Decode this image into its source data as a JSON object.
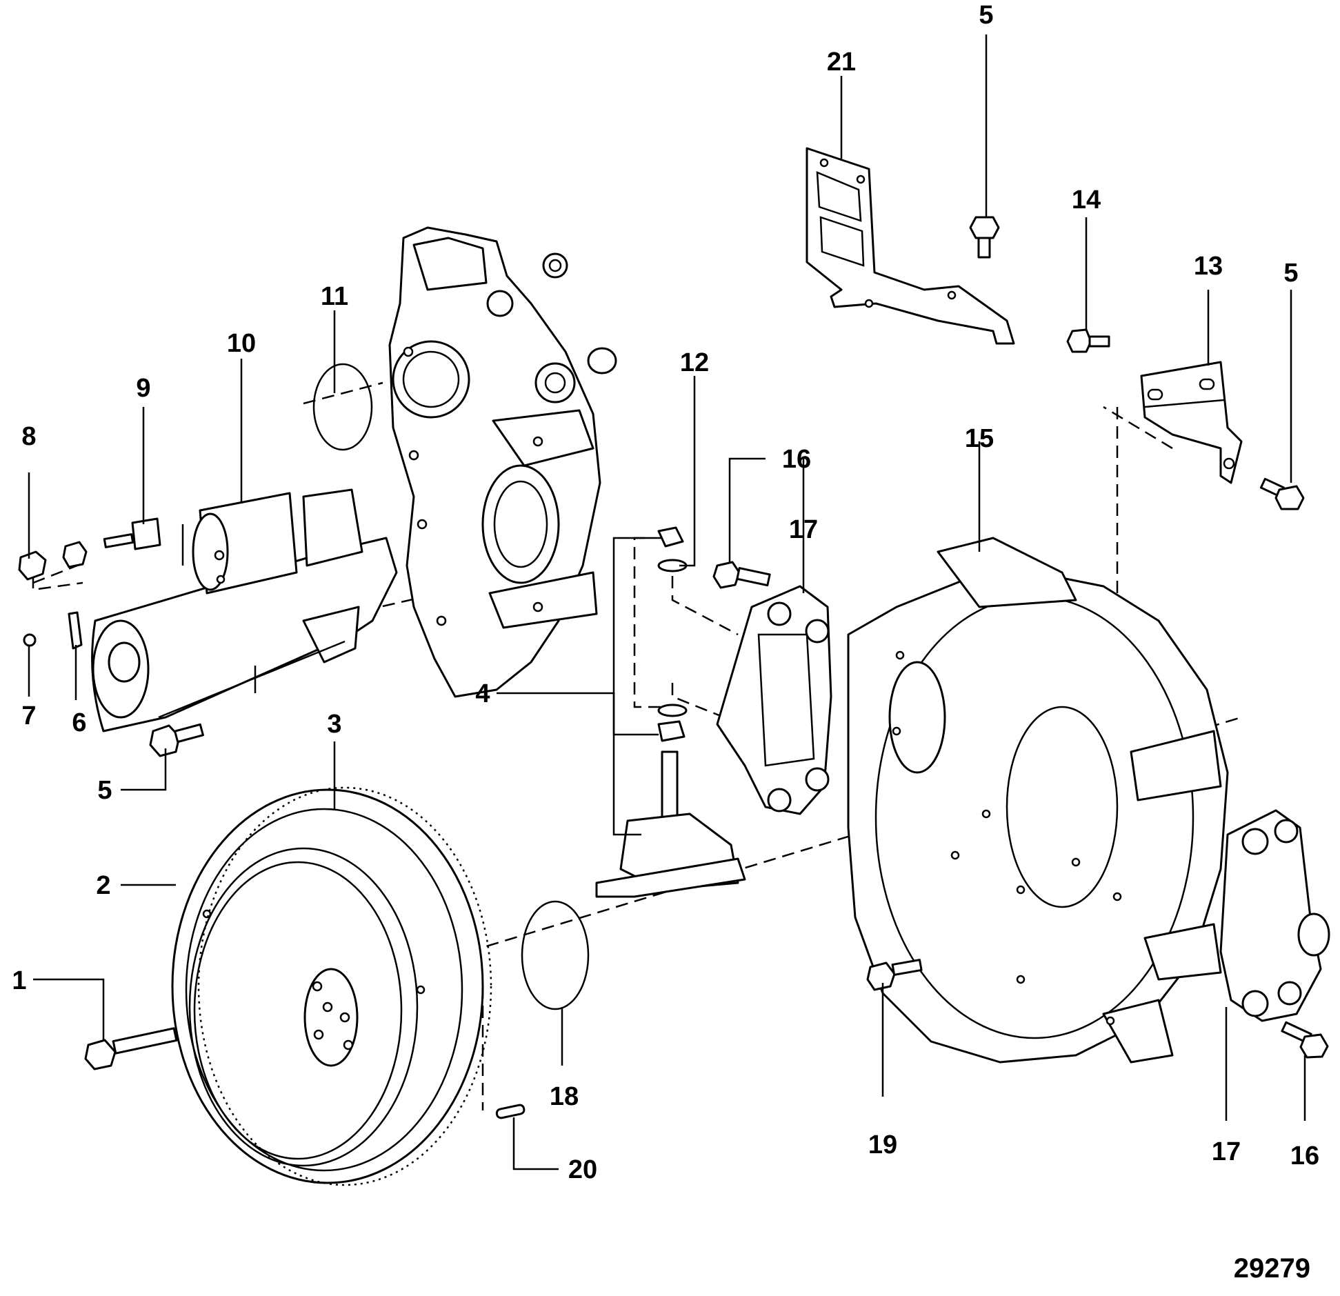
{
  "figure_number": "29279",
  "callouts": {
    "c1": "1",
    "c2": "2",
    "c3": "3",
    "c4": "4",
    "c5a": "5",
    "c5b": "5",
    "c5c": "5",
    "c6": "6",
    "c7": "7",
    "c8": "8",
    "c9": "9",
    "c10": "10",
    "c11": "11",
    "c12": "12",
    "c13": "13",
    "c14": "14",
    "c15": "15",
    "c16a": "16",
    "c16b": "16",
    "c17a": "17",
    "c17b": "17",
    "c18": "18",
    "c19": "19",
    "c20": "20",
    "c21": "21"
  }
}
